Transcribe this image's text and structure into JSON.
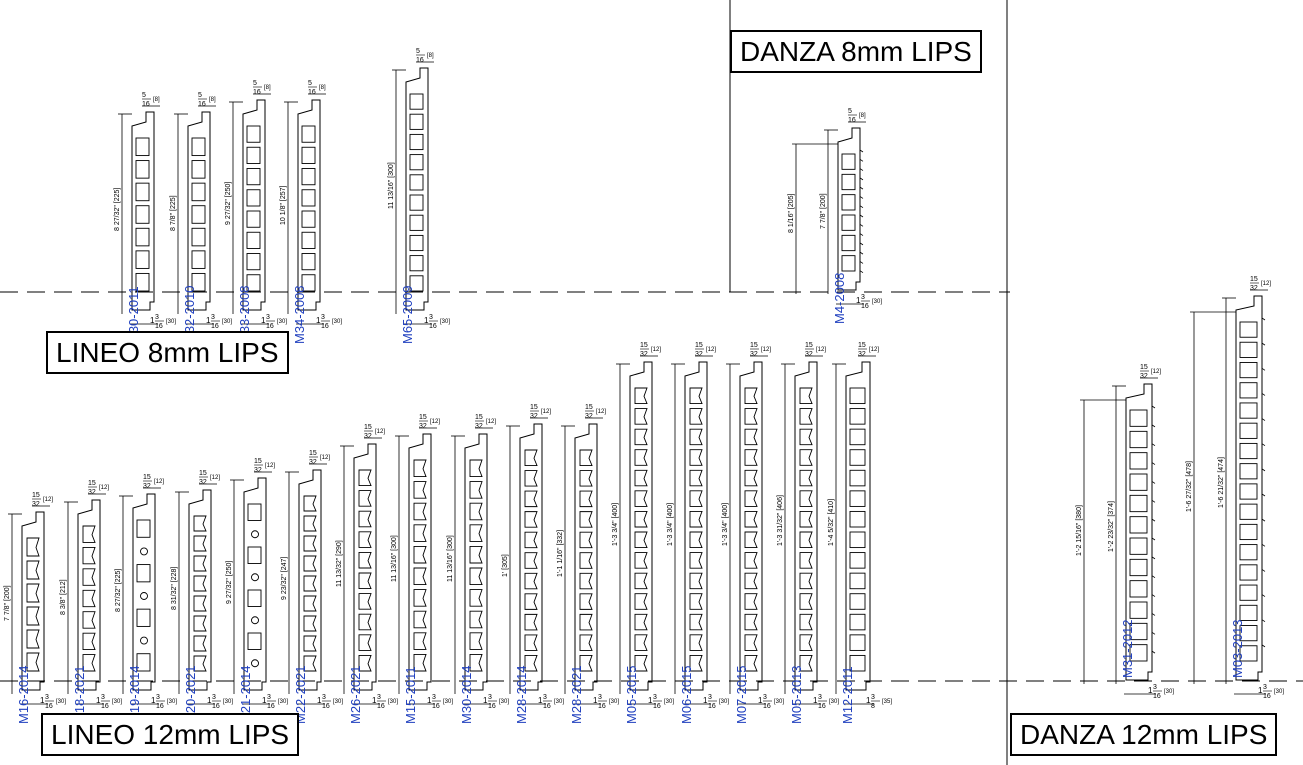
{
  "colors": {
    "line": "#000000",
    "code": "#1f3fbf",
    "background": "#ffffff"
  },
  "sections": {
    "danza8": "DANZA 8mm LIPS",
    "lineo8": "LINEO 8mm LIPS",
    "lineo12": "LINEO 12mm LIPS",
    "danza12": "DANZA 12mm LIPS"
  },
  "profiles": [
    {
      "code": "M30-2011",
      "height": "8 27/32\" [225]",
      "width": "1 3/16\" [30]",
      "lip": "5/16\" [8]"
    },
    {
      "code": "M32-2010",
      "height": "8 7/8\" [225]",
      "width": "1 3/16\" [30]",
      "lip": "5/16\" [8]"
    },
    {
      "code": "M33-2008",
      "height": "9 27/32\" [250]",
      "width": "1 3/16\" [30]",
      "lip": "5/16\" [8]"
    },
    {
      "code": "M34-2008",
      "height": "10 1/8\" [257]",
      "width": "1 3/16\" [30]",
      "lip": "5/16\" [8]"
    },
    {
      "code": "M65-2009",
      "height": "11 13/16\" [300]",
      "width": "1 3/16\" [30]",
      "lip": "5/16\" [8]"
    },
    {
      "code": "M4-2008",
      "height": "7 7/8\" [200]",
      "height2": "8 1/16\" [205]",
      "width": "1 3/16\" [30]",
      "lip": "5/16\" [8]"
    },
    {
      "code": "M16-2014",
      "height": "7 7/8\" [200]",
      "width": "1 3/16\" [30]",
      "lip": "15/32\" [12]"
    },
    {
      "code": "M18-2021",
      "height": "8 3/8\" [212]",
      "width": "1 3/16\" [30]",
      "lip": "15/32\" [12]"
    },
    {
      "code": "M19-2014",
      "height": "8 27/32\" [225]",
      "width": "1 3/16\" [30]",
      "lip": "15/32\" [12]"
    },
    {
      "code": "M20-2021",
      "height": "8 31/32\" [228]",
      "width": "1 3/16\" [30]",
      "lip": "15/32\" [12]"
    },
    {
      "code": "M21-2014",
      "height": "9 27/32\" [250]",
      "width": "1 3/16\" [30]",
      "lip": "15/32\" [12]"
    },
    {
      "code": "M22-2021",
      "height": "9 23/32\" [247]",
      "width": "1 3/16\" [30]",
      "lip": "15/32\" [12]"
    },
    {
      "code": "M26-2021",
      "height": "11 13/32\" [290]",
      "width": "1 3/16\" [30]",
      "lip": "15/32\" [12]"
    },
    {
      "code": "M15-2011",
      "height": "11 13/16\" [300]",
      "width": "1 3/16\" [30]",
      "lip": "15/32\" [12]"
    },
    {
      "code": "M30-2014",
      "height": "11 13/16\" [300]",
      "width": "1 3/16\" [30]",
      "lip": "15/32\" [12]"
    },
    {
      "code": "M28-2014",
      "height": "1' [305]",
      "width": "1 3/16\" [30]",
      "lip": "15/32\" [12]"
    },
    {
      "code": "M28-2021",
      "height": "1'-1 1/16\" [332]",
      "width": "1 3/16\" [30]",
      "lip": "15/32\" [12]"
    },
    {
      "code": "M05-2015",
      "height": "1'-3 3/4\" [400]",
      "width": "1 3/16\" [30]",
      "lip": "15/32\" [12]"
    },
    {
      "code": "M06-2015",
      "height": "1'-3 3/4\" [400]",
      "width": "1 3/16\" [30]",
      "lip": "15/32\" [12]"
    },
    {
      "code": "M07-2015",
      "height": "1'-3 3/4\" [400]",
      "width": "1 3/16\" [30]",
      "lip": "15/32\" [12]"
    },
    {
      "code": "M05-2013",
      "height": "1'-3 31/32\" [406]",
      "width": "1 3/16\" [30]",
      "lip": "15/32\" [12]"
    },
    {
      "code": "M12-2011",
      "height": "1'-4 5/32\" [410]",
      "width": "1 3/8\" [35]",
      "lip": "15/32\" [12]"
    },
    {
      "code": "M31-2012",
      "height": "1'-2 23/32\" [374]",
      "height2": "1'-2 15/16\" [380]",
      "width": "1 3/16\" [30]",
      "lip": "15/32\" [12]"
    },
    {
      "code": "M03-2013",
      "height": "1'-6 21/32\" [474]",
      "height2": "1'-6 27/32\" [478]",
      "width": "1 3/16\" [30]",
      "lip": "15/32\" [12]"
    }
  ]
}
